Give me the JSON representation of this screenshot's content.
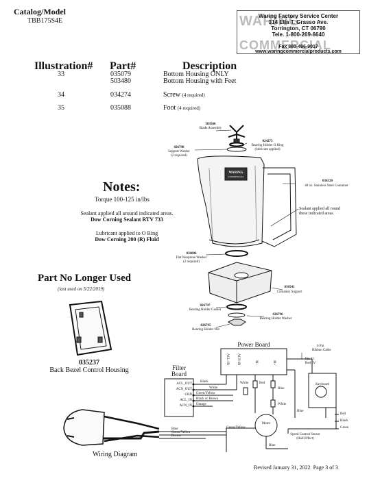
{
  "header": {
    "catalog_label": "Catalog/Model",
    "model": "TBB175S4E",
    "service_center": [
      "Waring Factory Service Center",
      "314 Ella T. Grasso Ave.",
      "Torrington, CT 06790",
      "Tele. 1-800-269-6640"
    ],
    "fax": "Fax 860-496-9017",
    "website": "www.waringcommercialproducts.com",
    "logo_top": "WARING",
    "logo_bottom": "COMMERCIAL"
  },
  "parts_table": {
    "headers": [
      "Illustration#",
      "Part#",
      "Description"
    ],
    "rows": [
      {
        "illus": "33",
        "part": "035079",
        "desc": "Bottom Housing ONLY",
        "note": ""
      },
      {
        "illus": "",
        "part": "503480",
        "desc": "Bottom Housing with Feet",
        "note": ""
      },
      {
        "illus": "34",
        "part": "034274",
        "desc": "Screw",
        "note": "(4 required)"
      },
      {
        "illus": "35",
        "part": "035088",
        "desc": "Foot",
        "note": "(4 required)"
      }
    ]
  },
  "notes": {
    "title": "Notes:",
    "torque": "Torque 100-125 in/lbs",
    "sealant": "Sealant applied all around indicated areas.",
    "sealant_product": "Dow Corning Sealant RTV 733",
    "lubricant": "Lubricant applied to O Ring",
    "lubricant_product": "Dow Corning 200 (R) Fluid"
  },
  "nlu": {
    "title": "Part No Longer Used",
    "last_used": "(last used on 5/22/2019)",
    "part": "035237",
    "desc": "Back Bezel Control Housing"
  },
  "callouts": {
    "c503566": [
      "503566",
      "Blade Assembly"
    ],
    "c024273": [
      "024273",
      "Bearing Holder O Ring",
      "(lubricant applied)"
    ],
    "c026798": [
      "026798",
      "Support Washer",
      "(2 required)"
    ],
    "c036320": [
      "036320",
      "48 oz. Stainless Steel Container"
    ],
    "sealant_note": [
      "Sealant applied all round",
      "these indicated areas."
    ],
    "c036006": [
      "036006",
      "Flat Neoprene Washer",
      "(2 required)"
    ],
    "c036541": [
      "036541",
      "Container Support"
    ],
    "c026797": [
      "026797",
      "Bearing Holder Gasket"
    ],
    "c026796": [
      "026796",
      "Bearing Holder Washer"
    ],
    "c026795": [
      "026795",
      "Bearing Holder Nut"
    ],
    "container_logo": "WARING",
    "container_sub": "COMMERCIAL"
  },
  "wiring": {
    "title": "Wiring Diagram",
    "power_board": "Power Board",
    "filter_board_lines": [
      "Filter",
      "Board"
    ],
    "filter_terminals": [
      "ACL_OUT",
      "ACN_OUT",
      "GRD",
      "ACL_IN",
      "ACN_IN"
    ],
    "power_terminals": [
      "ACL-IN",
      "ACN-IN",
      "M-",
      "M+"
    ],
    "wire_colors": {
      "black": "Black",
      "white": "White",
      "green_yellow": "Green/Yellow",
      "black_or_brown": "Black or Brown",
      "orange": "Orange",
      "blue": "Blue",
      "red": "Red",
      "green": "Green",
      "brown": "Brown"
    },
    "cord_labels": [
      "Blue",
      "Green/Yellow",
      "Brown"
    ],
    "ribbon": [
      "6 Pin",
      "Ribbon Cable"
    ],
    "pin_label": [
      "Pin #1",
      "Red 5V"
    ],
    "keyboard": "Keyboard",
    "motor": "Motor",
    "speed_sensor": [
      "Speed Control Sensor",
      "(Hall Effect)"
    ]
  },
  "footer": {
    "revised": "Revised January 31, 2022",
    "page": "Page 3 of 3"
  }
}
